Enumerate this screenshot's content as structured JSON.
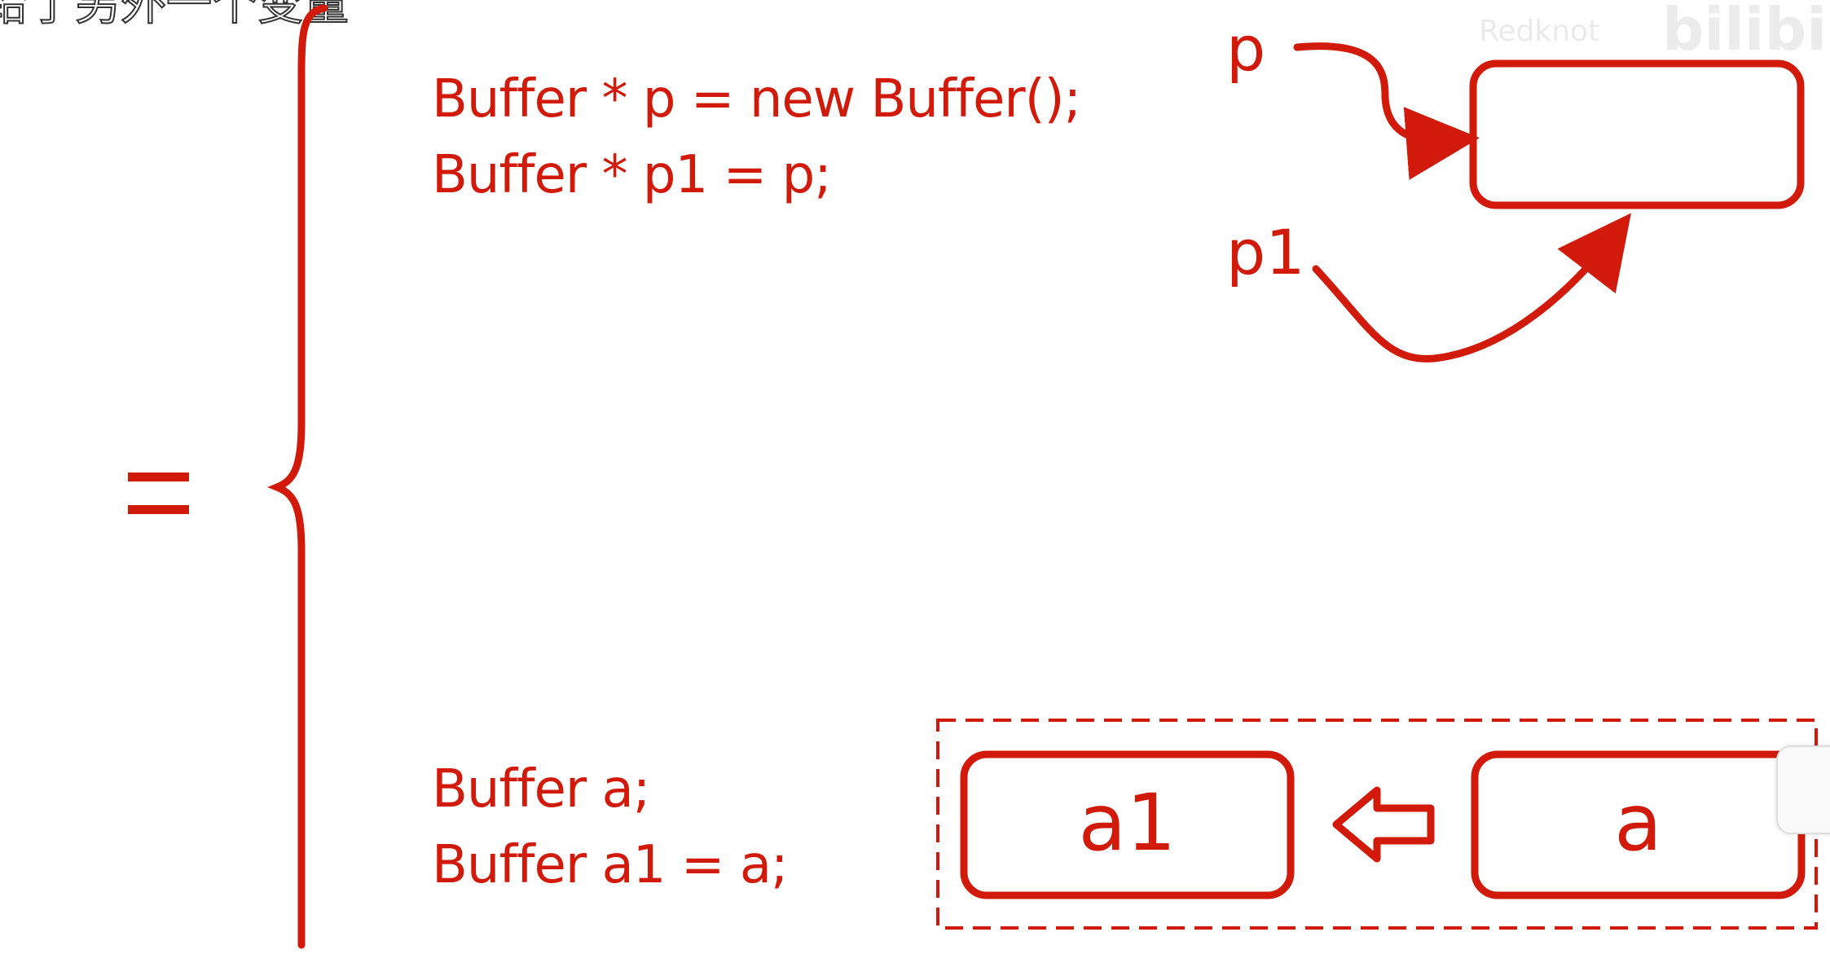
{
  "caption": "给了另外一个变量",
  "watermark": {
    "brand": "bilibili",
    "sub": "Redknot"
  },
  "equals_sign": "=",
  "pointer_example": {
    "code_lines": [
      "Buffer * p = new Buffer();",
      "Buffer * p1 = p;"
    ],
    "labels": [
      "p",
      "p1"
    ]
  },
  "value_example": {
    "code_lines": [
      "Buffer a;",
      "Buffer a1 = a;"
    ],
    "boxes": [
      "a1",
      "a"
    ],
    "arrow": "⇦"
  },
  "colors": {
    "accent": "#d11a0a",
    "background": "#ffffff"
  }
}
